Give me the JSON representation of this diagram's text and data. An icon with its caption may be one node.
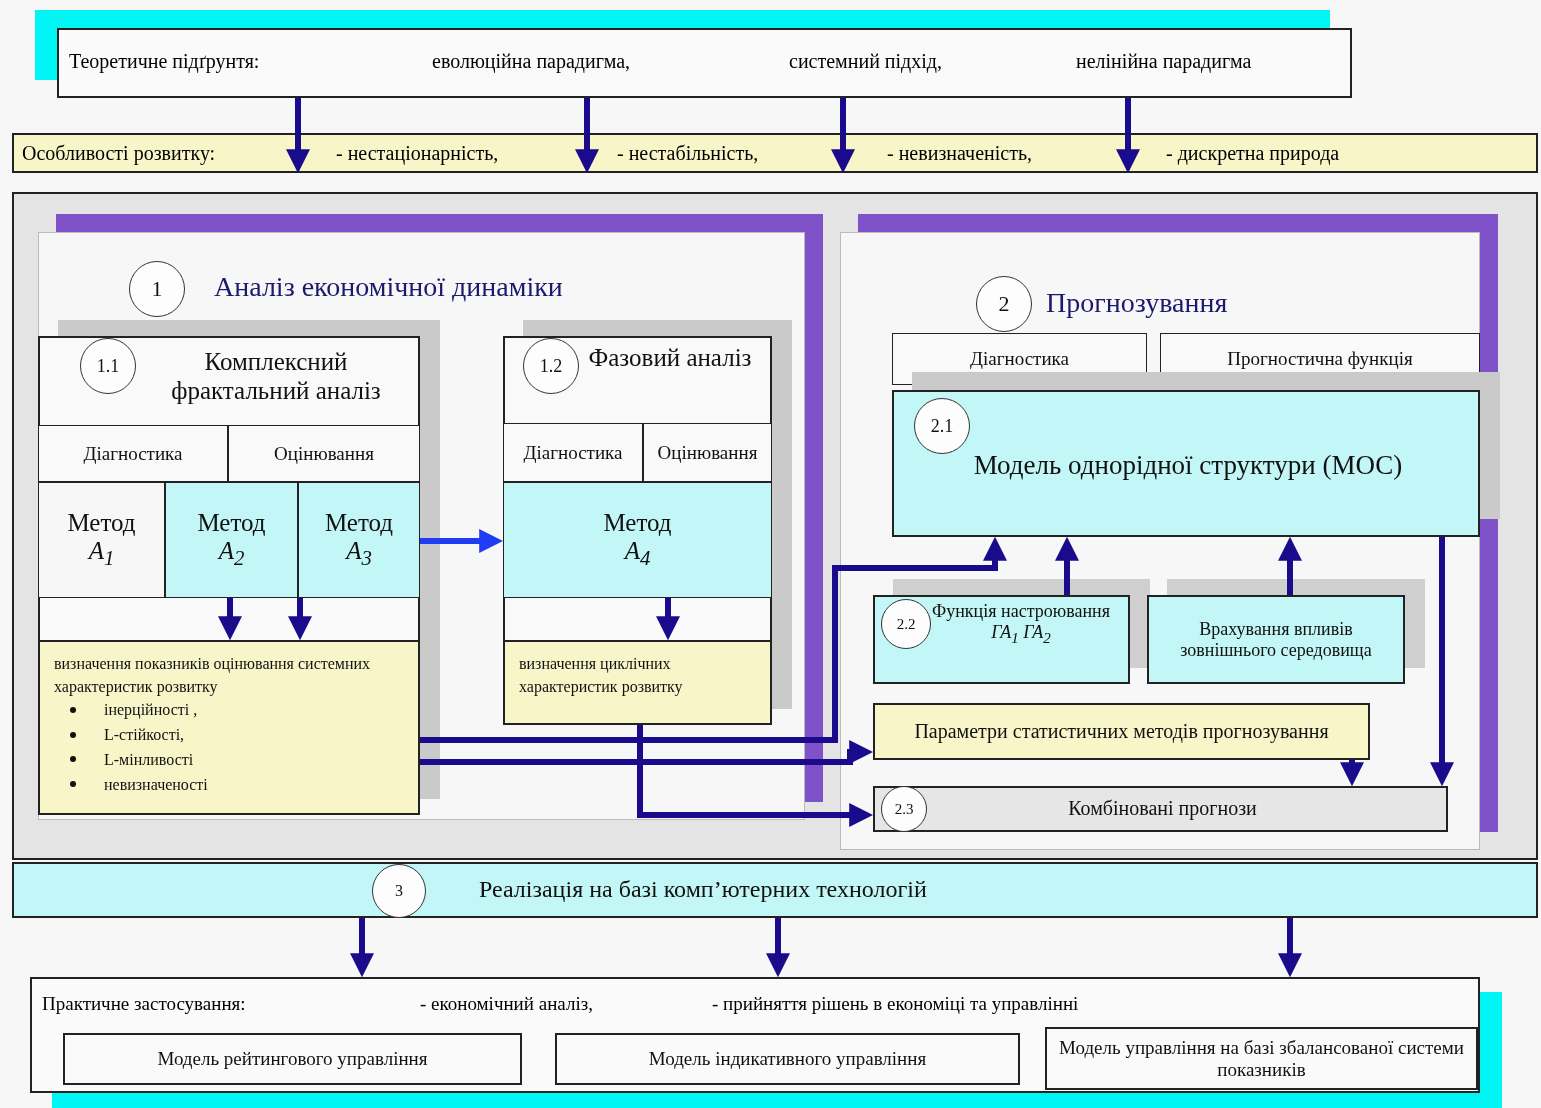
{
  "diagram": {
    "nodes": [
      {
        "text": [
          "Теоретичне підґрунтя:",
          "еволюційна парадигма,",
          "системний підхід,",
          "нелінійна парадигма"
        ]
      },
      {
        "text": [
          "Особливості розвитку:",
          "- нестаціонарність,",
          "- нестабільність,",
          "- невизначеність,",
          "- дискретна природа"
        ]
      },
      {
        "text": [],
        "shape": "box"
      },
      {
        "text": [
          "1",
          "Аналіз економічної динаміки"
        ],
        "in": 2
      },
      {
        "text": [
          "1.1",
          "Комплексний фрактальний аналіз"
        ],
        "in": 3
      },
      {
        "text": [
          "Діагностика"
        ],
        "in": 4
      },
      {
        "text": [
          "Оцінювання"
        ],
        "in": 4
      },
      {
        "text": [
          "Метод",
          "A$_{1}$"
        ],
        "in": 4
      },
      {
        "text": [
          "Метод",
          "A$_{2}$"
        ],
        "in": 4
      },
      {
        "text": [
          "Метод",
          "A$_{3}$"
        ],
        "in": 4
      },
      {
        "text": [
          "визначення показників оцінювання системних характеристик розвитку",
          "інерційності ,",
          "L-стійкості,",
          "L-мінливості",
          "невизначеності"
        ],
        "in": 4
      },
      {
        "text": [
          "1.2",
          "Фазовий аналіз"
        ],
        "in": 3
      },
      {
        "text": [
          "Діагностика"
        ],
        "in": 11
      },
      {
        "text": [
          "Оцінювання"
        ],
        "in": 11
      },
      {
        "text": [
          "Метод",
          "A$_{4}$"
        ],
        "in": 11
      },
      {
        "text": [
          "визначення циклічних характеристик розвитку"
        ],
        "in": 11
      },
      {
        "text": [
          "2",
          "Прогнозування"
        ],
        "in": 2
      },
      {
        "text": [
          "Діагностика"
        ],
        "in": 16
      },
      {
        "text": [
          "Прогностична функція"
        ],
        "in": 16
      },
      {
        "text": [
          "2.1",
          "Модель однорідної структури (МОС)"
        ],
        "in": 16
      },
      {
        "text": [
          "2.2",
          "Функція настроювання",
          "ГА$_{1}$ ГА$_{2}$"
        ],
        "in": 16
      },
      {
        "text": [
          "Врахування впливів зовнішнього середовища"
        ],
        "in": 16
      },
      {
        "text": [
          "Параметри статистичних методів прогнозування"
        ],
        "in": 16
      },
      {
        "text": [
          "2.3",
          "Комбіновані прогнози"
        ],
        "in": 16
      },
      {
        "text": [
          "3",
          "Реалізація на базі комп’ютерних технологій"
        ]
      },
      {
        "text": [
          "Практичне застосування:",
          "- економічний аналіз,",
          "- прийняття рішень в економіці та управлінні"
        ]
      },
      {
        "text": [
          "Модель рейтингового управління"
        ],
        "in": 25
      },
      {
        "text": [
          "Модель індикативного управління"
        ],
        "in": 25
      },
      {
        "text": [
          "Модель управління на базі збалансованої системи показників"
        ],
        "in": 25
      }
    ],
    "edges": [
      {
        "from": 0,
        "to": 1,
        "arrow": "to"
      },
      {
        "from": 0,
        "to": 1,
        "arrow": "to"
      },
      {
        "from": 0,
        "to": 1,
        "arrow": "to"
      },
      {
        "from": 0,
        "to": 1,
        "arrow": "to"
      },
      {
        "from": 9,
        "to": 14,
        "arrow": "to",
        "color": "#1f3df5"
      },
      {
        "from": 8,
        "to": 10,
        "arrow": "to"
      },
      {
        "from": 9,
        "to": 10,
        "arrow": "to"
      },
      {
        "from": 14,
        "to": 15,
        "arrow": "to"
      },
      {
        "from": 10,
        "to": 19,
        "arrow": "to"
      },
      {
        "from": 10,
        "to": 22,
        "arrow": "to"
      },
      {
        "from": 15,
        "to": 23,
        "arrow": "to"
      },
      {
        "from": 20,
        "to": 19,
        "arrow": "to"
      },
      {
        "from": 21,
        "to": 19,
        "arrow": "to"
      },
      {
        "from": 22,
        "to": 23,
        "arrow": "to"
      },
      {
        "from": 19,
        "to": 23,
        "arrow": "to"
      },
      {
        "from": 24,
        "to": 25,
        "arrow": "to"
      },
      {
        "from": 24,
        "to": 25,
        "arrow": "to"
      },
      {
        "from": 24,
        "to": 25,
        "arrow": "to"
      }
    ]
  }
}
